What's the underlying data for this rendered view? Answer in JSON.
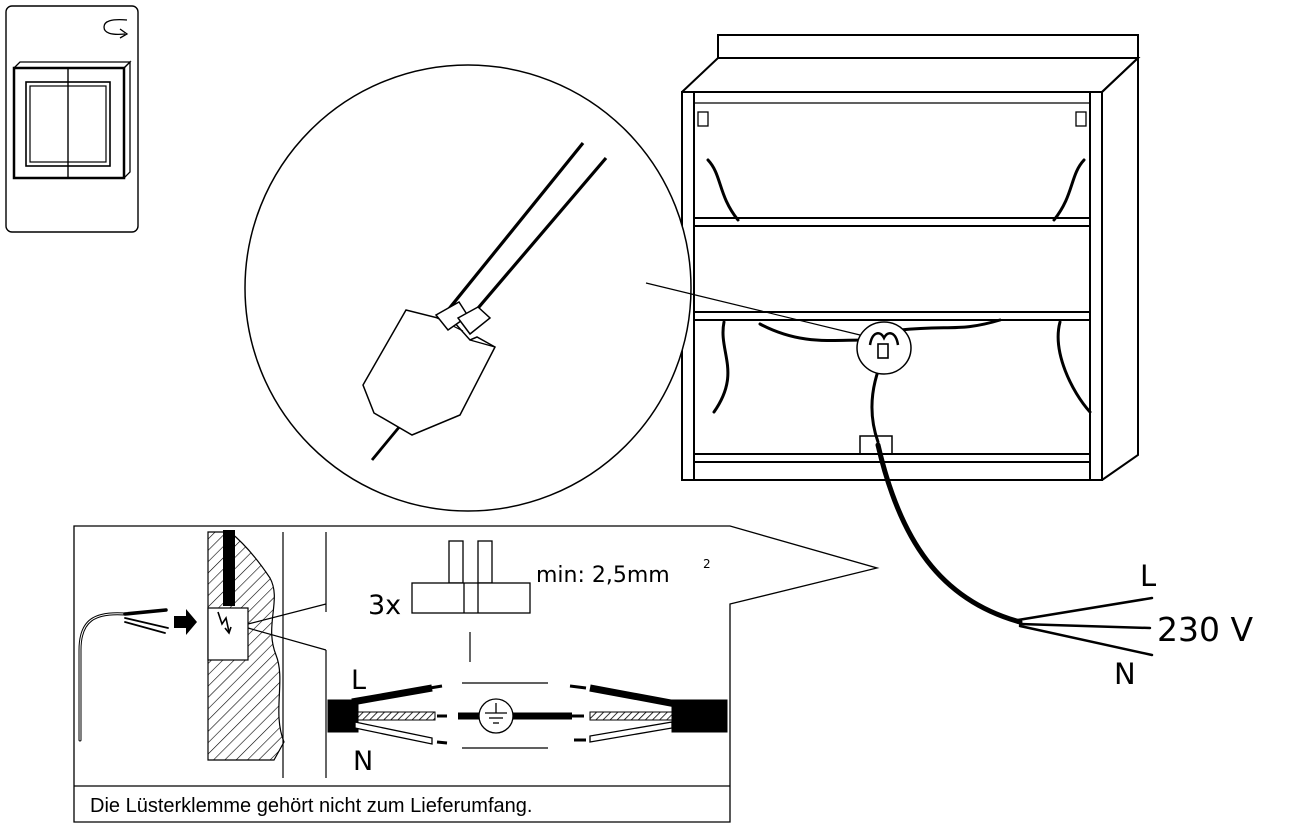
{
  "labels": {
    "quantity": "3x",
    "min_cross_section": "min: 2,5mm",
    "superscript": "2",
    "conductor_l": "L",
    "conductor_n": "N",
    "mains_l": "L",
    "mains_voltage": "230 V",
    "mains_n": "N"
  },
  "footnote": "Die Lüsterklemme gehört nicht zum Lieferumfang.",
  "icons": {
    "rotate": "rotate-arrow-icon",
    "ground": "ground-symbol-icon",
    "arrow": "right-arrow-icon",
    "voltage": "lightning-icon"
  }
}
